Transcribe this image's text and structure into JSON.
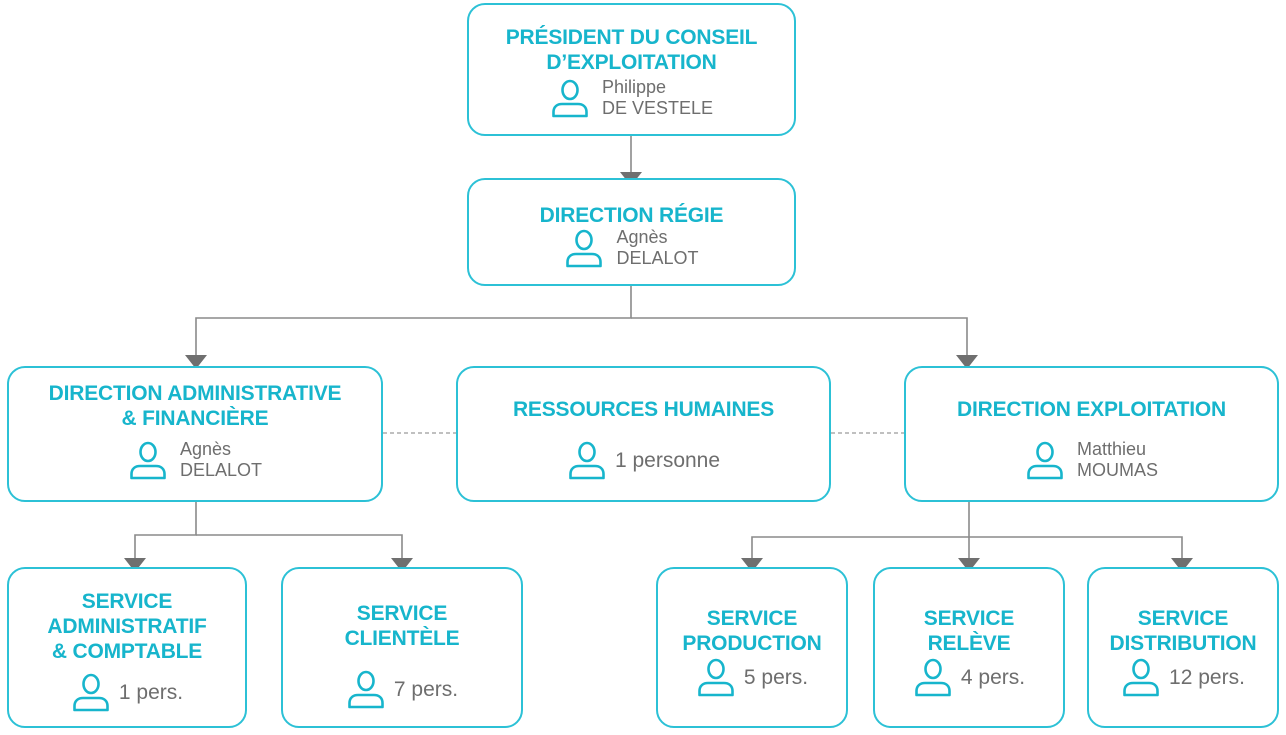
{
  "colors": {
    "accent": "#17b5cc",
    "border": "#2cc1d6",
    "text": "#6e6e6e",
    "connector": "#7a7a7a"
  },
  "nodes": {
    "president": {
      "title_line1": "PRÉSIDENT DU CONSEIL",
      "title_line2": "D’EXPLOITATION",
      "name_line1": "Philippe",
      "name_line2": "DE VESTELE",
      "icon": "person-icon"
    },
    "direction_regie": {
      "title": "DIRECTION RÉGIE",
      "name_line1": "Agnès",
      "name_line2": "DELALOT",
      "icon": "person-icon"
    },
    "direction_admin": {
      "title_line1": "DIRECTION ADMINISTRATIVE",
      "title_line2": "& FINANCIÈRE",
      "name_line1": "Agnès",
      "name_line2": "DELALOT",
      "icon": "person-icon"
    },
    "ressources_humaines": {
      "title": "RESSOURCES HUMAINES",
      "count": "1 personne",
      "icon": "person-icon"
    },
    "direction_exploitation": {
      "title": "DIRECTION EXPLOITATION",
      "name_line1": "Matthieu",
      "name_line2": "MOUMAS",
      "icon": "person-icon"
    },
    "service_admin": {
      "title_line1": "SERVICE",
      "title_line2": "ADMINISTRATIF",
      "title_line3": "& COMPTABLE",
      "count": "1 pers.",
      "icon": "person-icon"
    },
    "service_clientele": {
      "title_line1": "SERVICE",
      "title_line2": "CLIENTÈLE",
      "count": "7 pers.",
      "icon": "person-icon"
    },
    "service_production": {
      "title_line1": "SERVICE",
      "title_line2": "PRODUCTION",
      "count": "5 pers.",
      "icon": "person-icon"
    },
    "service_releve": {
      "title_line1": "SERVICE",
      "title_line2": "RELÈVE",
      "count": "4 pers.",
      "icon": "person-icon"
    },
    "service_distribution": {
      "title_line1": "SERVICE",
      "title_line2": "DISTRIBUTION",
      "count": "12 pers.",
      "icon": "person-icon"
    }
  }
}
